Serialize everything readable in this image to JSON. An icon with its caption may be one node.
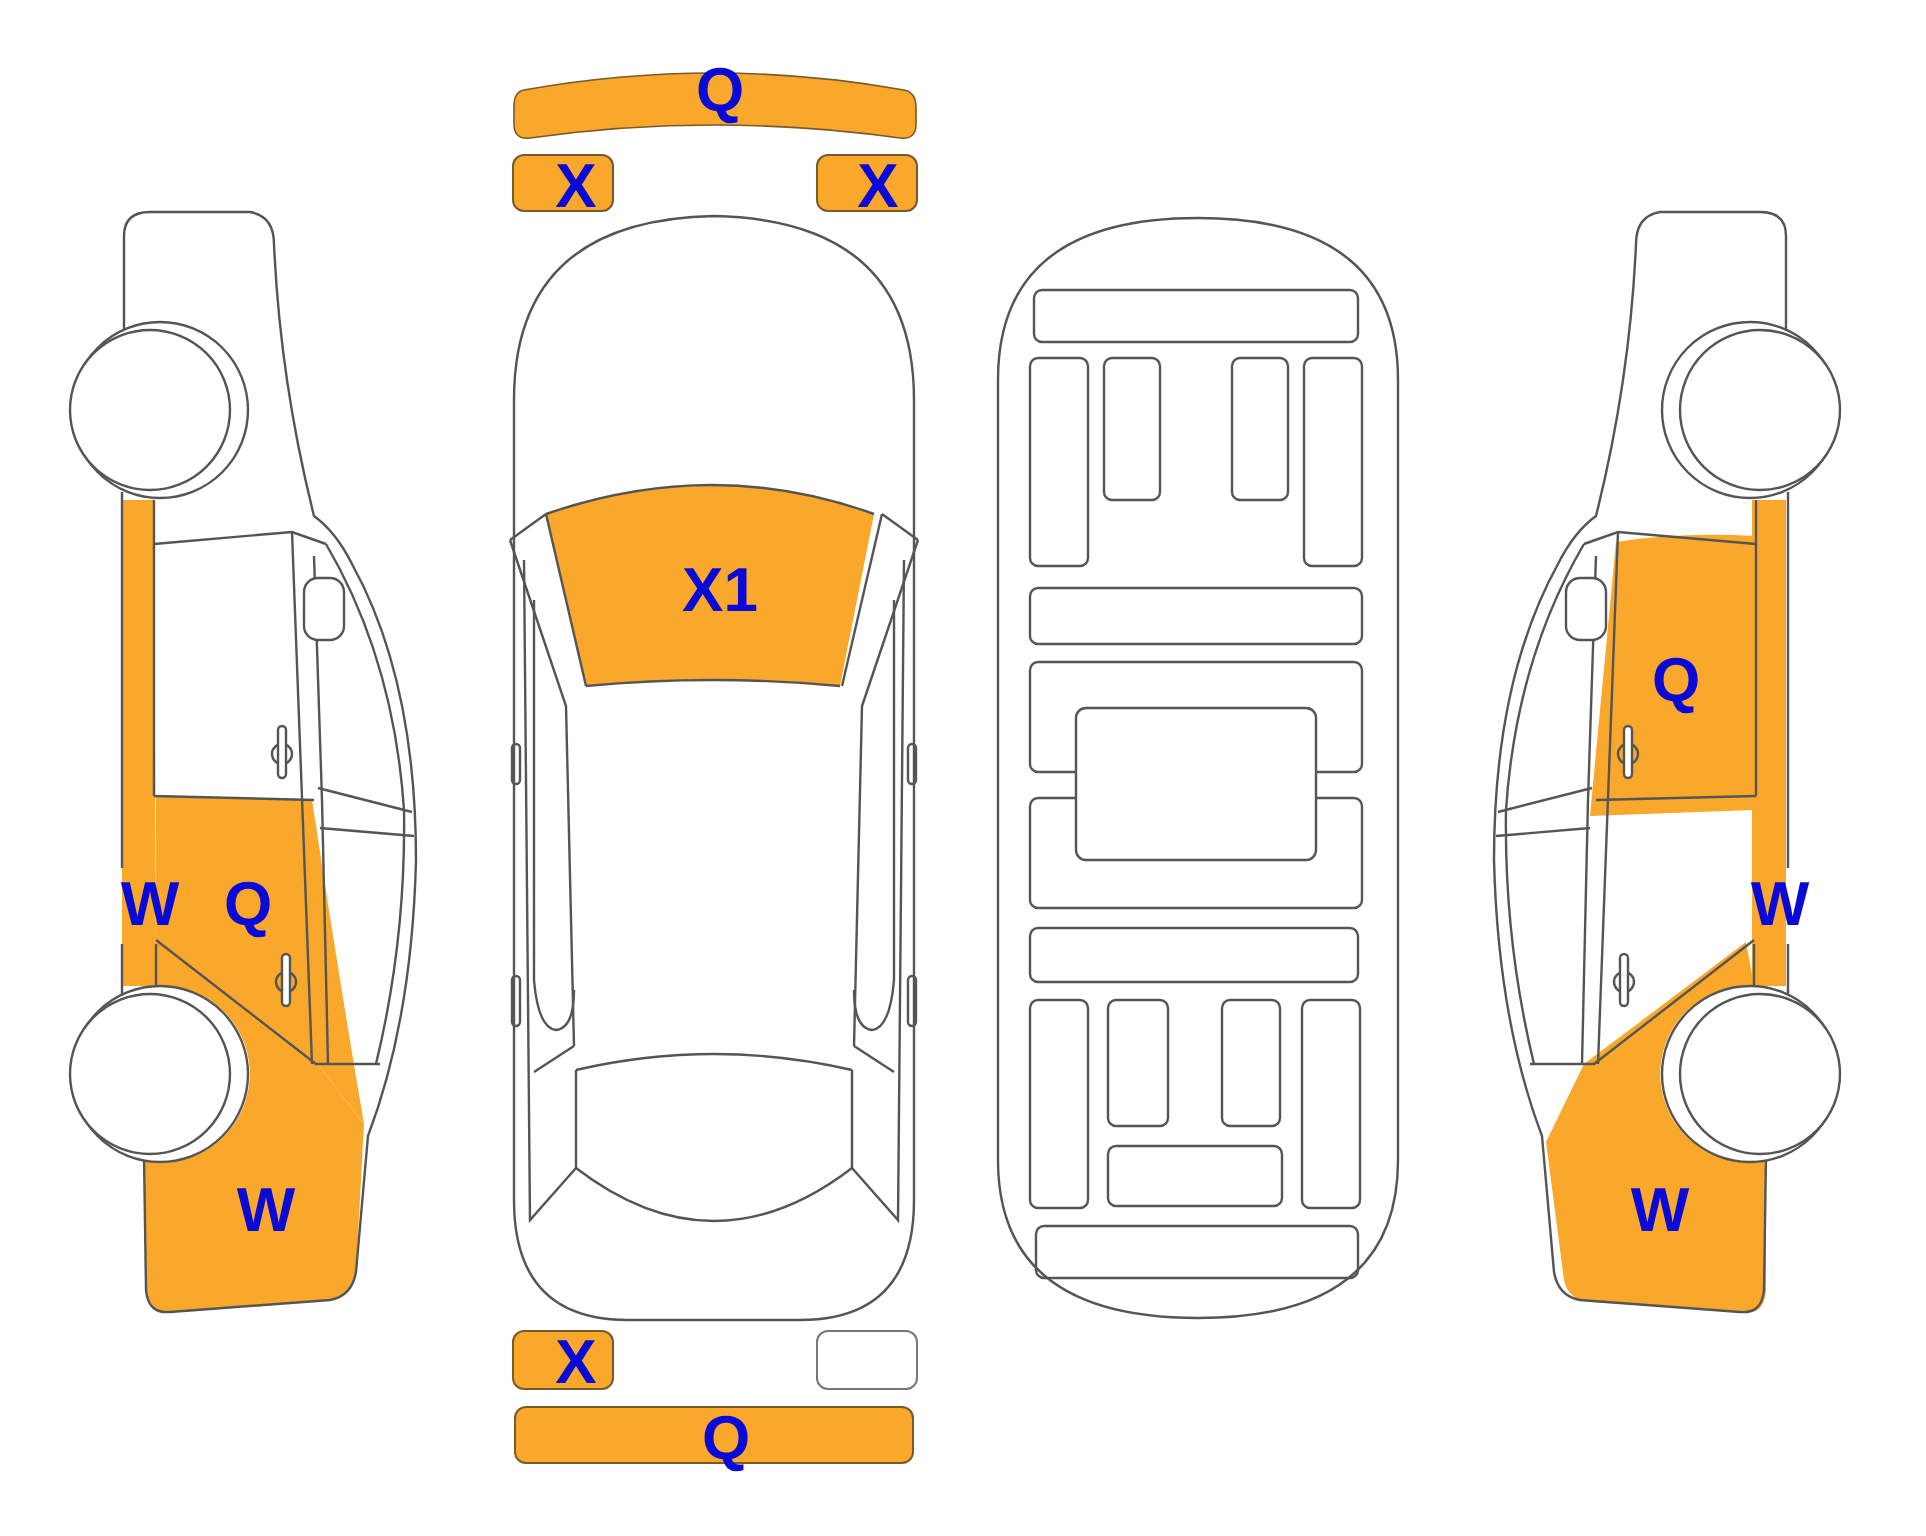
{
  "diagram": {
    "nodes": [
      {
        "text": [
          "Q"
        ]
      },
      {
        "text": [
          "X"
        ]
      },
      {
        "text": [
          "X"
        ]
      },
      {
        "text": [
          "X1"
        ]
      },
      {
        "text": [
          "Q"
        ]
      },
      {
        "text": [
          "W"
        ]
      },
      {
        "text": [
          "Q"
        ]
      },
      {
        "text": [
          "W"
        ]
      },
      {
        "text": [
          "W"
        ]
      },
      {
        "text": [
          "W"
        ]
      },
      {
        "text": [
          "X"
        ]
      },
      {
        "text": [],
        "shape": "box"
      },
      {
        "text": [
          "Q"
        ]
      }
    ]
  }
}
